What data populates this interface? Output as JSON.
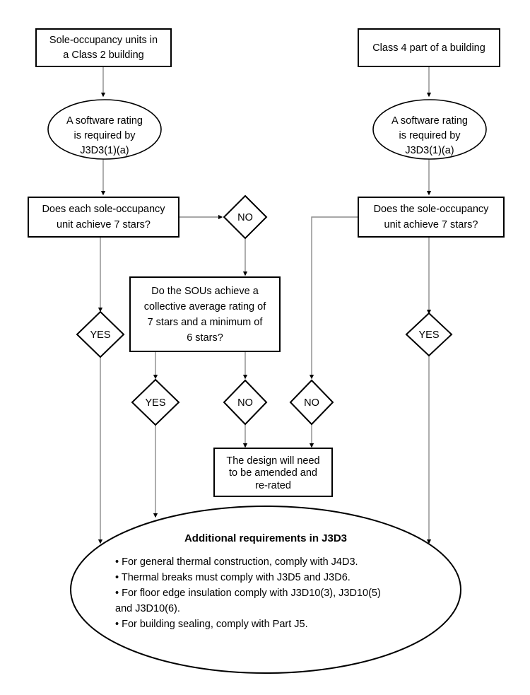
{
  "diagram": {
    "title": "Energy efficiency verification flowchart for Class 2 and Class 4 buildings",
    "colors": {
      "shape_stroke": "#000000",
      "shape_fill": "#ffffff",
      "connector": "#8c8c8c",
      "text": "#000000"
    }
  },
  "nodes": {
    "start_left": {
      "shape": "rectangle",
      "lines": [
        "Sole-occupancy units in",
        "a Class 2 building"
      ]
    },
    "start_right": {
      "shape": "rectangle",
      "lines": [
        "Class 4 part of a building"
      ]
    },
    "rating_left": {
      "shape": "ellipse",
      "lines": [
        "A software rating",
        "is required by",
        "J3D3(1)(a)"
      ]
    },
    "rating_right": {
      "shape": "ellipse",
      "lines": [
        "A software rating",
        "is required by",
        "J3D3(1)(a)"
      ]
    },
    "question_left": {
      "shape": "rectangle",
      "lines": [
        "Does each sole-occupancy",
        "unit achieve 7 stars?"
      ]
    },
    "question_right": {
      "shape": "rectangle",
      "lines": [
        "Does the sole-occupancy",
        "unit achieve 7 stars?"
      ]
    },
    "question_collective": {
      "shape": "rectangle",
      "lines": [
        "Do the SOUs achieve a",
        "collective average rating of",
        "7 stars and a minimum of",
        "6 stars?"
      ]
    },
    "amend": {
      "shape": "rectangle",
      "lines": [
        "The design will need",
        "to be amended and",
        "re-rated"
      ]
    },
    "decision_no_top": {
      "shape": "diamond",
      "label": "NO"
    },
    "decision_yes_left": {
      "shape": "diamond",
      "label": "YES"
    },
    "decision_yes_middle": {
      "shape": "diamond",
      "label": "YES"
    },
    "decision_no_middle": {
      "shape": "diamond",
      "label": "NO"
    },
    "decision_no_right_branch": {
      "shape": "diamond",
      "label": "NO"
    },
    "decision_yes_right": {
      "shape": "diamond",
      "label": "YES"
    },
    "summary": {
      "shape": "ellipse",
      "title": "Additional requirements in J3D3",
      "bullets": [
        "• For general thermal construction, comply with J4D3.",
        "• Thermal breaks must comply with J3D5 and J3D6.",
        "• For floor edge insulation comply with J3D10(3), J3D10(5)",
        "and J3D10(6).",
        "• For building sealing, comply with Part J5."
      ]
    }
  }
}
